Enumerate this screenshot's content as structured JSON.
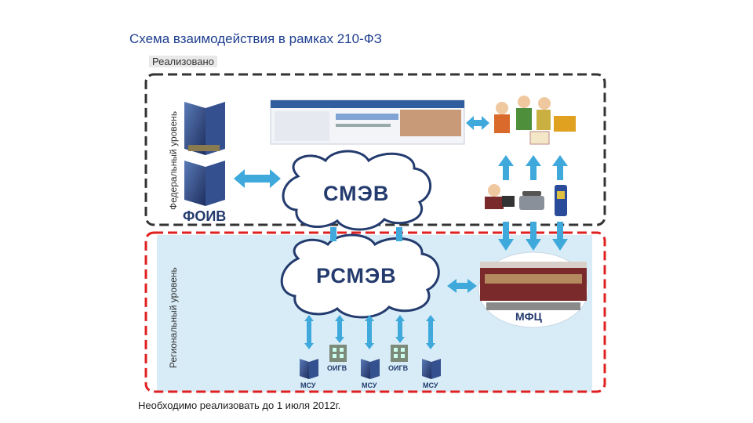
{
  "title": "Схема взаимодействия в рамках 210-ФЗ",
  "badge_done": "Реализовано",
  "federal_level": "Федеральный уровень",
  "regional_level": "Региональный уровень",
  "foiv": "ФОИВ",
  "smev": "СМЭВ",
  "rsmev": "РСМЭВ",
  "mfc": "МФЦ",
  "msu": "МСУ",
  "oigv": "ОИГВ",
  "note_todo": "Необходимо реализовать до 1 июля 2012г.",
  "colors": {
    "federal_border": "#333333",
    "regional_border": "#e02020",
    "arrow": "#3fa9dc",
    "regional_fill": "#d7ecf7",
    "cloud_stroke": "#243b6e"
  }
}
